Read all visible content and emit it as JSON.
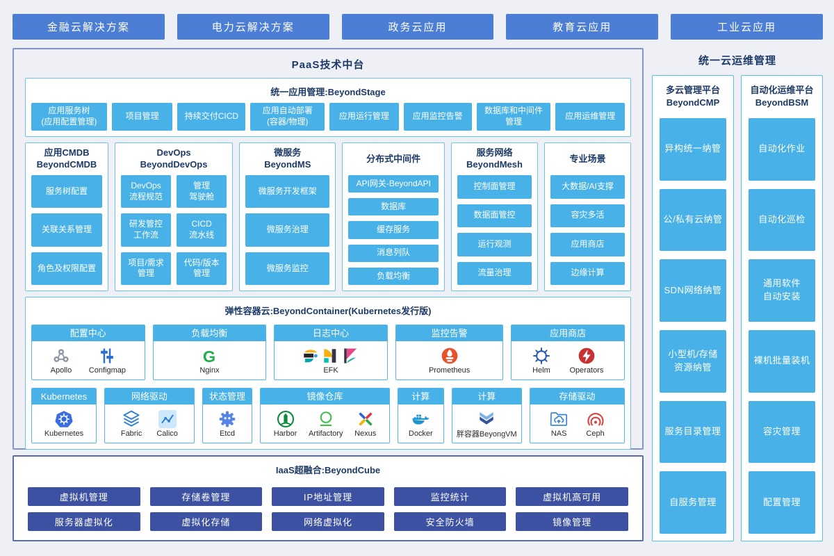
{
  "colors": {
    "page_bg": "#eef0f6",
    "top_button_blue": "#4c7ed6",
    "light_blue": "#47b1e8",
    "navy_text": "#1d3a66",
    "iaas_button_blue": "#3c51a2",
    "paas_border": "#8093da",
    "section_border": "#6ec2f0",
    "iaas_border": "#5a6cb8"
  },
  "top_nav": {
    "items": [
      {
        "label": "金融云解决方案"
      },
      {
        "label": "电力云解决方案"
      },
      {
        "label": "政务云应用"
      },
      {
        "label": "教育云应用"
      },
      {
        "label": "工业云应用"
      }
    ]
  },
  "paas": {
    "title": "PaaS技术中台",
    "app_mgmt": {
      "title": "统一应用管理:BeyondStage",
      "buttons": [
        {
          "label": "应用服务树\n(应用配置管理)",
          "flex": 1.15
        },
        {
          "label": "项目管理",
          "flex": 0.92
        },
        {
          "label": "持续交付CICD",
          "flex": 1.03
        },
        {
          "label": "应用自动部署\n(容器/物理)",
          "flex": 1.13
        },
        {
          "label": "应用运行管理",
          "flex": 1.05
        },
        {
          "label": "应用监控告警",
          "flex": 1.03
        },
        {
          "label": "数据库和中间件\n管理",
          "flex": 1.13
        },
        {
          "label": "应用运维管理",
          "flex": 1.05
        }
      ]
    },
    "columns": [
      {
        "title": "应用CMDB\nBeyondCMDB",
        "layout": "list",
        "flex": 1.22,
        "items": [
          "服务树配置",
          "关联关系管理",
          "角色及权限配置"
        ]
      },
      {
        "title": "DevOps\nBeyondDevOps",
        "layout": "grid",
        "flex": 1.82,
        "items": [
          "DevOps\n流程规范",
          "管理\n驾驶舱",
          "研发管控\n工作流",
          "CICD\n流水线",
          "项目/需求\n管理",
          "代码/版本\n管理"
        ]
      },
      {
        "title": "微服务\nBeyondMS",
        "layout": "list",
        "flex": 1.45,
        "items": [
          "微服务开发框架",
          "微服务治理",
          "微服务监控"
        ]
      },
      {
        "title": "分布式中间件",
        "layout": "list",
        "flex": 1.55,
        "items": [
          "API网关-BeyondAPI",
          "数据库",
          "缓存服务",
          "消息列队",
          "负载均衡"
        ]
      },
      {
        "title": "服务网络\nBeyondMesh",
        "layout": "list",
        "flex": 1.28,
        "items": [
          "控制面管理",
          "数据面管控",
          "运行观测",
          "流量治理"
        ]
      },
      {
        "title": "专业场景",
        "layout": "list",
        "flex": 1.28,
        "items": [
          "大数据/AI支撑",
          "容灾多活",
          "应用商店",
          "边缘计算"
        ]
      }
    ],
    "container": {
      "title": "弹性容器云:BeyondContainer(Kubernetes发行版)",
      "row1": [
        {
          "header": "配置中心",
          "flex": 1,
          "logos": [
            {
              "icons": [
                "apollo"
              ],
              "label": "Apollo"
            },
            {
              "icons": [
                "configmap"
              ],
              "label": "Configmap"
            }
          ]
        },
        {
          "header": "负载均衡",
          "flex": 1,
          "logos": [
            {
              "icons": [
                "nginx"
              ],
              "label": "Nginx"
            }
          ]
        },
        {
          "header": "日志中心",
          "flex": 1,
          "logos": [
            {
              "icons": [
                "elastic",
                "logstash",
                "kibana"
              ],
              "label": "EFK"
            }
          ]
        },
        {
          "header": "监控告警",
          "flex": 0.95,
          "logos": [
            {
              "icons": [
                "prometheus"
              ],
              "label": "Prometheus"
            }
          ]
        },
        {
          "header": "应用商店",
          "flex": 1,
          "logos": [
            {
              "icons": [
                "helm"
              ],
              "label": "Helm"
            },
            {
              "icons": [
                "operators"
              ],
              "label": "Operators"
            }
          ]
        }
      ],
      "row2": [
        {
          "header": "Kubernetes",
          "flex": 1.02,
          "logos": [
            {
              "icons": [
                "kubernetes"
              ],
              "label": "Kubernetes"
            }
          ]
        },
        {
          "header": "网络驱动",
          "flex": 1.42,
          "logos": [
            {
              "icons": [
                "fabric"
              ],
              "label": "Fabric"
            },
            {
              "icons": [
                "calico"
              ],
              "label": "Calico"
            }
          ]
        },
        {
          "header": "状态管理",
          "flex": 0.78,
          "logos": [
            {
              "icons": [
                "etcd"
              ],
              "label": "Etcd"
            }
          ]
        },
        {
          "header": "镜像仓库",
          "flex": 2.05,
          "logos": [
            {
              "icons": [
                "harbor"
              ],
              "label": "Harbor"
            },
            {
              "icons": [
                "artifactory"
              ],
              "label": "Artifactory"
            },
            {
              "icons": [
                "nexus"
              ],
              "label": "Nexus"
            }
          ]
        },
        {
          "header": "计算",
          "flex": 0.72,
          "logos": [
            {
              "icons": [
                "docker"
              ],
              "label": "Docker"
            }
          ]
        },
        {
          "header": "计算",
          "flex": 1.1,
          "logos": [
            {
              "icons": [
                "beyongvm"
              ],
              "label": "胖容器BeyongVM"
            }
          ]
        },
        {
          "header": "存储驱动",
          "flex": 1.5,
          "logos": [
            {
              "icons": [
                "nas"
              ],
              "label": "NAS"
            },
            {
              "icons": [
                "ceph"
              ],
              "label": "Ceph"
            }
          ]
        }
      ]
    }
  },
  "iaas": {
    "title": "IaaS超融合:BeyondCube",
    "rows": [
      [
        "虚拟机管理",
        "存储卷管理",
        "IP地址管理",
        "监控统计",
        "虚拟机高可用"
      ],
      [
        "服务器虚拟化",
        "虚拟化存储",
        "网络虚拟化",
        "安全防火墙",
        "镜像管理"
      ]
    ]
  },
  "ops": {
    "title": "统一云运维管理",
    "columns": [
      {
        "title": "多云管理平台\nBeyondCMP",
        "items": [
          "异构统一纳管",
          "公/私有云纳管",
          "SDN网络纳管",
          "小型机/存储\n资源纳管",
          "服务目录管理",
          "自服务管理"
        ]
      },
      {
        "title": "自动化运维平台\nBeyondBSM",
        "items": [
          "自动化作业",
          "自动化巡检",
          "通用软件\n自动安装",
          "裸机批量装机",
          "容灾管理",
          "配置管理"
        ]
      }
    ]
  }
}
